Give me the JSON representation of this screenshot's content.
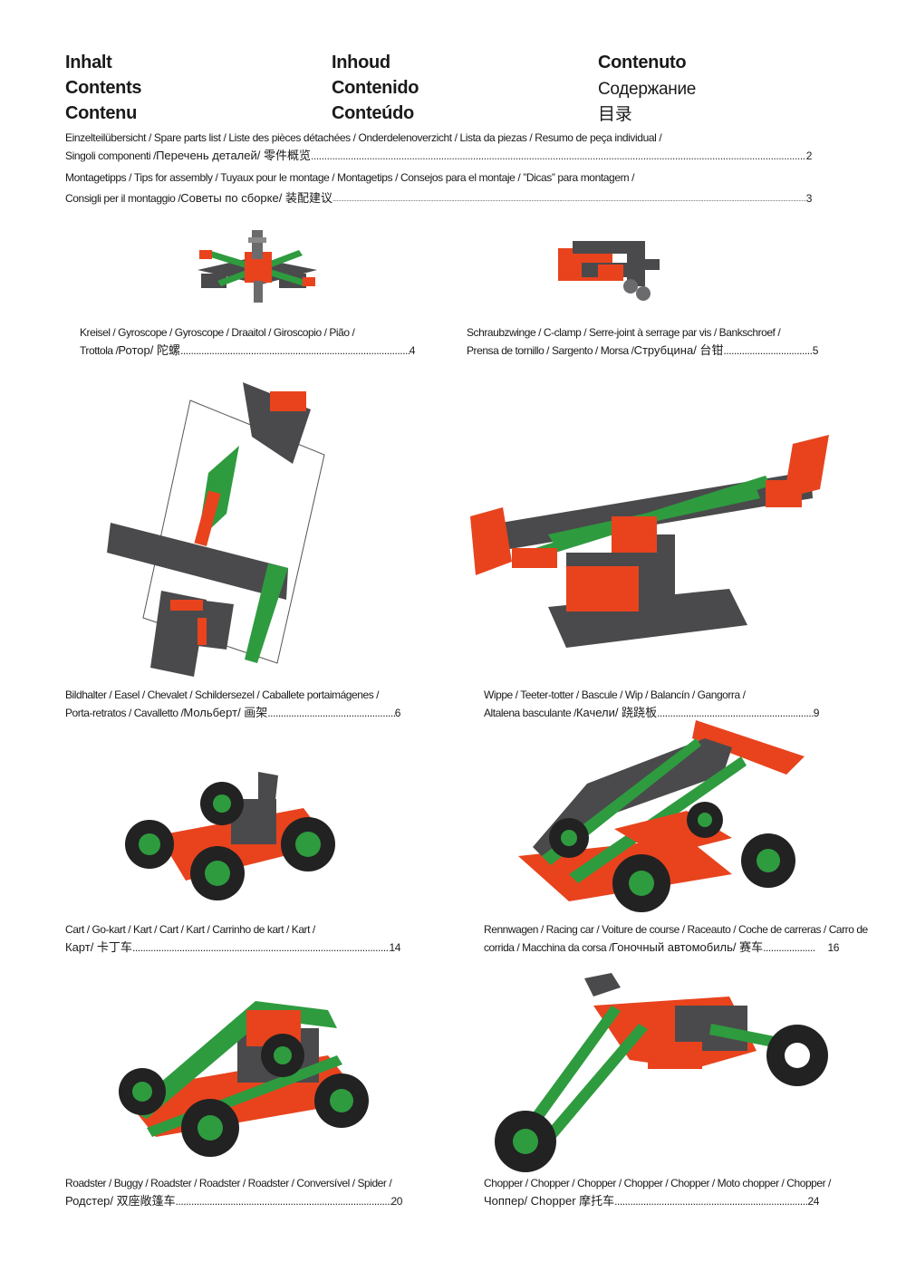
{
  "headings": {
    "col1": [
      "Inhalt",
      "Contents",
      "Contenu"
    ],
    "col2": [
      "Inhoud",
      "Contenido",
      "Conteúdo"
    ],
    "col3": [
      "Contenuto",
      "Содержание",
      "目录"
    ]
  },
  "toc": {
    "spare_parts_line1": "Einzelteilübersicht / Spare parts list / Liste des pièces détachées / Onderdelenoverzicht / Lista da piezas / Resumo de peça individual /",
    "spare_parts_line2_a": "Singoli componenti / ",
    "spare_parts_line2_ru": "Перечень деталей",
    "spare_parts_line2_b": " / 零件概览 ",
    "spare_parts_page": "2",
    "assembly_line1": "Montagetipps / Tips for assembly / Tuyaux pour le montage / Montagetips / Consejos para el montaje / ”Dicas” para montagem /",
    "assembly_line2_a": "Consigli per il montaggio / ",
    "assembly_line2_ru": "Советы по сборке",
    "assembly_line2_b": " / 装配建议",
    "assembly_page": "3"
  },
  "models": {
    "gyroscope": {
      "line1": "Kreisel / Gyroscope  / Gyroscope / Draaitol / Giroscopio / Pião /",
      "line2_a": "Trottola / ",
      "line2_ru": "Ротор",
      "line2_b": " / 陀螺 ",
      "page": "4"
    },
    "c_clamp": {
      "line1": "Schraubzwinge / C-clamp / Serre-joint à serrage par vis / Bankschroef /",
      "line2_a": "Prensa de tornillo / Sargento / Morsa / ",
      "line2_ru": "Струбцина",
      "line2_b": " / 台钳 ",
      "page": "5"
    },
    "easel": {
      "line1": "Bildhalter / Easel / Chevalet / Schildersezel / Caballete portaimágenes /",
      "line2_a": "Porta-retratos / Cavalletto / ",
      "line2_ru": "Мольберт",
      "line2_b": " / 画架 ",
      "page": "6"
    },
    "teeter_totter": {
      "line1": "Wippe / Teeter-totter / Bascule / Wip / Balancín / Gangorra /",
      "line2_a": "Altalena basculante / ",
      "line2_ru": "Качели",
      "line2_b": " / 跷跷板",
      "page": "9"
    },
    "cart": {
      "line1": "Cart / Go-kart / Kart / Cart / Kart / Carrinho de kart / Kart /",
      "line2_a": "",
      "line2_ru": "Карт",
      "line2_b": " / 卡丁车 ",
      "page": "14"
    },
    "racing_car": {
      "line1": "Rennwagen / Racing car / Voiture de course / Raceauto / Coche de carreras / Carro de",
      "line2_a": "corrida / Macchina da corsa / ",
      "line2_ru": "Гоночный автомобиль",
      "line2_b": " / 赛车 ",
      "page": "16"
    },
    "roadster": {
      "line1": "Roadster / Buggy / Roadster / Roadster / Roadster / Conversível / Spider /",
      "line2_a": "",
      "line2_ru": "Родстер",
      "line2_b": " / 双座敞篷车",
      "page": "20"
    },
    "chopper": {
      "line1": "Chopper / Chopper / Chopper / Chopper / Chopper / Moto chopper / Chopper /",
      "line2_a": "",
      "line2_ru": "Чоппер",
      "line2_b": " / Chopper 摩托车 ",
      "page": "24"
    }
  },
  "colors": {
    "orange": "#e8431d",
    "green": "#2e9b3f",
    "dark_gray": "#4a4a4c",
    "text": "#1a1a1a"
  }
}
